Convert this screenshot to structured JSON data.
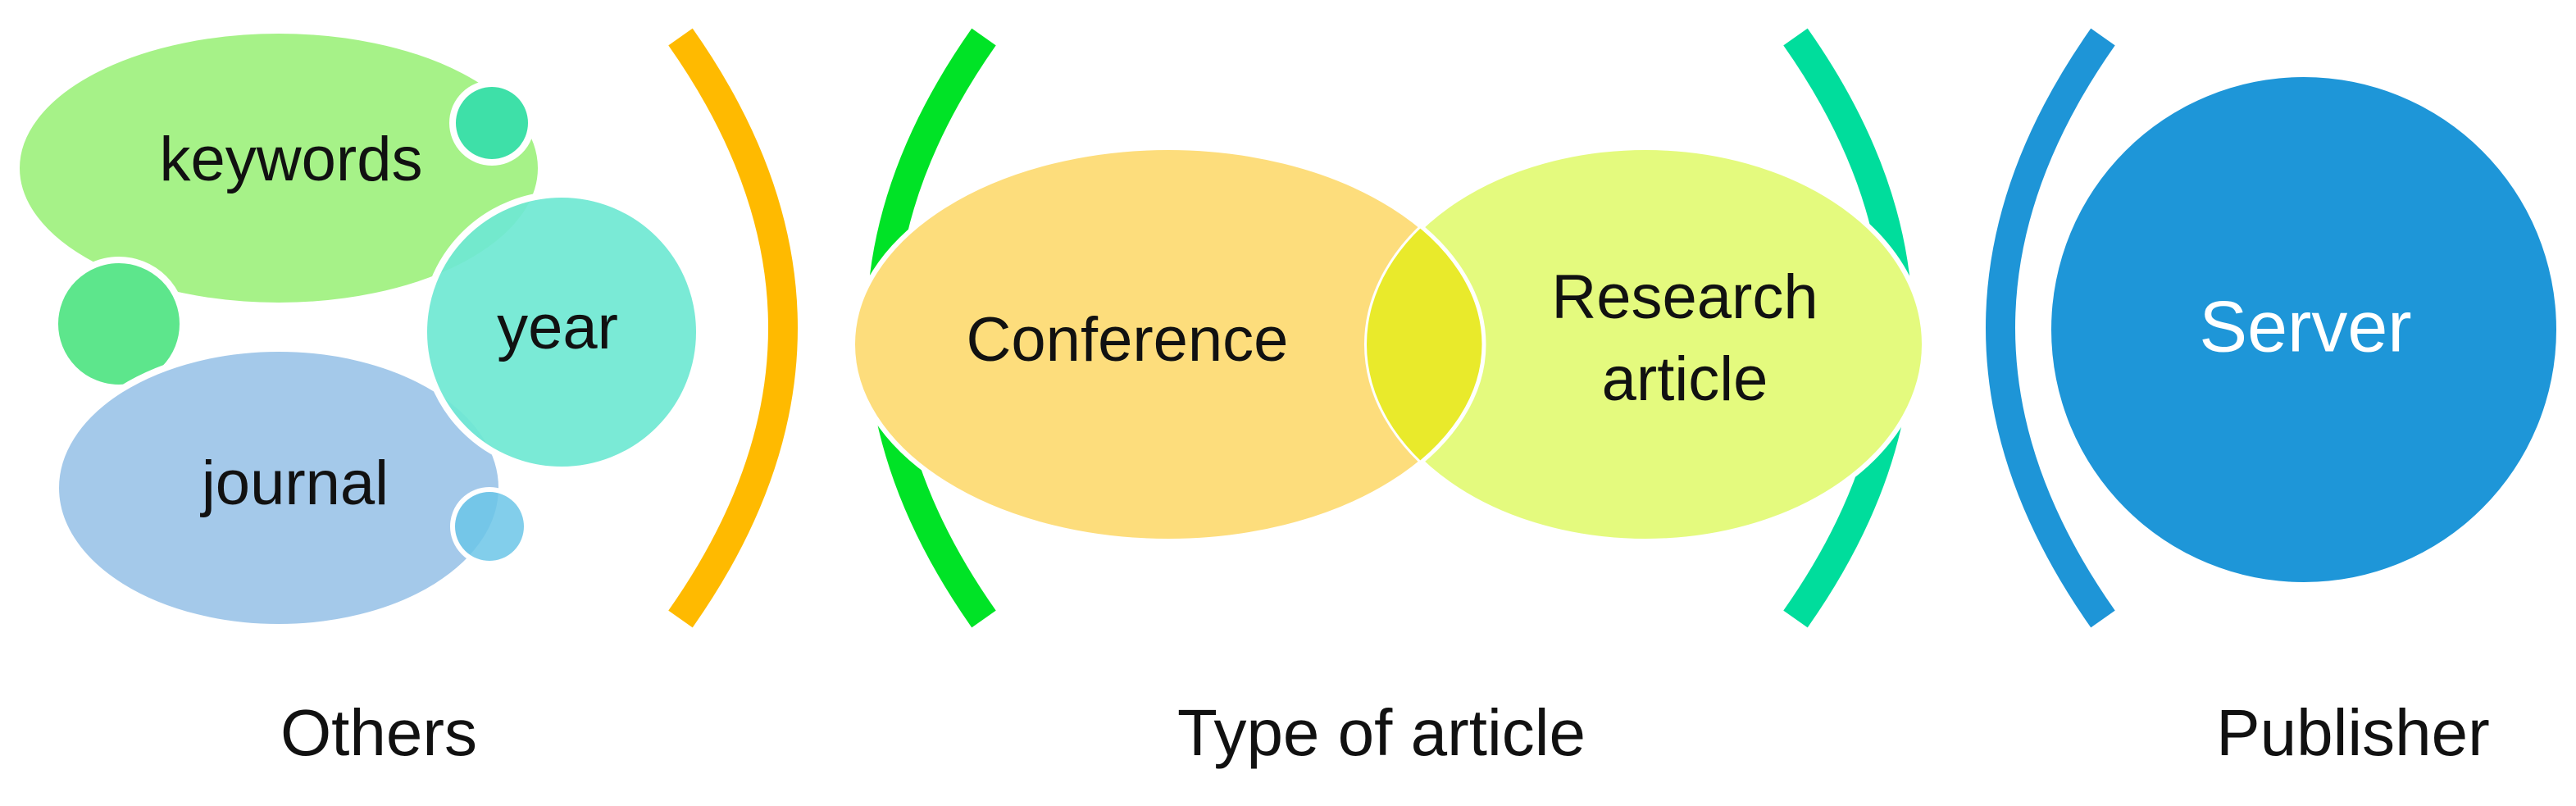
{
  "groups": {
    "others": {
      "label": "Others",
      "items": {
        "keywords": "keywords",
        "year": "year",
        "journal": "journal"
      }
    },
    "type_of_article": {
      "label": "Type of article",
      "items": {
        "conference": "Conference",
        "research_line1": "Research",
        "research_line2": "article"
      }
    },
    "publisher": {
      "label": "Publisher",
      "items": {
        "server": "Server"
      }
    }
  },
  "colors": {
    "keywords": "#a6f288",
    "year": "#6fe8d3",
    "journal": "#a4c9ea",
    "small_green": "#5de68c",
    "small_teal": "#3ee0a8",
    "small_blue": "#6cc6e8",
    "conference": "#fddd7c",
    "research_article": "#e4fa7e",
    "overlap": "#e9ea2b",
    "bracket_orange": "#ffba00",
    "bracket_green": "#00e326",
    "bracket_teal": "#00dd9c",
    "bracket_blue": "#1e95d7",
    "server": "#1e96d8"
  }
}
